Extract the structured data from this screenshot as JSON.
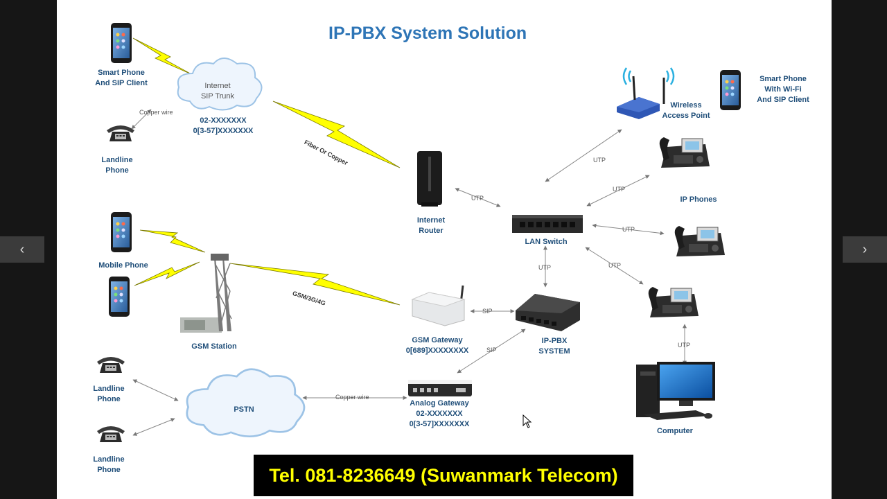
{
  "title": "IP-PBX System Solution",
  "banner": "Tel. 081-8236649 (Suwanmark Telecom)",
  "nav": {
    "prev_glyph": "‹",
    "next_glyph": "›"
  },
  "labels": {
    "smart_phone_sip": [
      "Smart Phone",
      "And SIP Client"
    ],
    "internet_sip_trunk": [
      "Internet",
      "SIP Trunk"
    ],
    "trunk_number_1": "02-XXXXXXX",
    "trunk_number_2": "0[3-57]XXXXXXX",
    "landline_top": [
      "Landline",
      "Phone"
    ],
    "mobile_phone": "Mobile Phone",
    "gsm_station": "GSM Station",
    "landline_mid": [
      "Landline",
      "Phone"
    ],
    "landline_bottom": [
      "Landline",
      "Phone"
    ],
    "pstn": "PSTN",
    "internet_router": [
      "Internet",
      "Router"
    ],
    "lan_switch": "LAN Switch",
    "gsm_gateway": [
      "GSM Gateway",
      "0[689]XXXXXXXX"
    ],
    "ip_pbx": [
      "IP-PBX",
      "SYSTEM"
    ],
    "analog_gateway": [
      "Analog Gateway",
      "02-XXXXXXX",
      "0[3-57]XXXXXXX"
    ],
    "wireless_ap": [
      "Wireless",
      "Access Point"
    ],
    "smart_phone_wifi": [
      "Smart Phone",
      "With Wi-Fi",
      "And SIP Client"
    ],
    "ip_phones": "IP Phones",
    "computer": "Computer"
  },
  "links": {
    "copper_wire_top": "Copper wire",
    "copper_wire_bottom": "Copper wire",
    "fiber_or_copper": "Fiber Or Copper",
    "gsm_3g_4g": "GSM/3G/4G",
    "utp_router": "UTP",
    "utp_ap": "UTP",
    "utp_phone1": "UTP",
    "utp_phone2": "UTP",
    "utp_phone3": "UTP",
    "utp_pbx": "UTP",
    "utp_computer": "UTP",
    "sip_gsm": "SIP",
    "sip_analog": "SIP"
  },
  "colors": {
    "label": "#1f4e79",
    "title": "#2e75b6",
    "lightning": "#ffff00",
    "banner_bg": "#000000",
    "banner_text": "#ffff00"
  },
  "icons": [
    "smartphone-icon",
    "cloud-icon",
    "landline-phone-icon",
    "cell-tower-icon",
    "router-icon",
    "switch-icon",
    "gateway-icon",
    "ip-pbx-icon",
    "wireless-ap-icon",
    "ip-phone-icon",
    "computer-icon",
    "mouse-cursor-icon"
  ]
}
